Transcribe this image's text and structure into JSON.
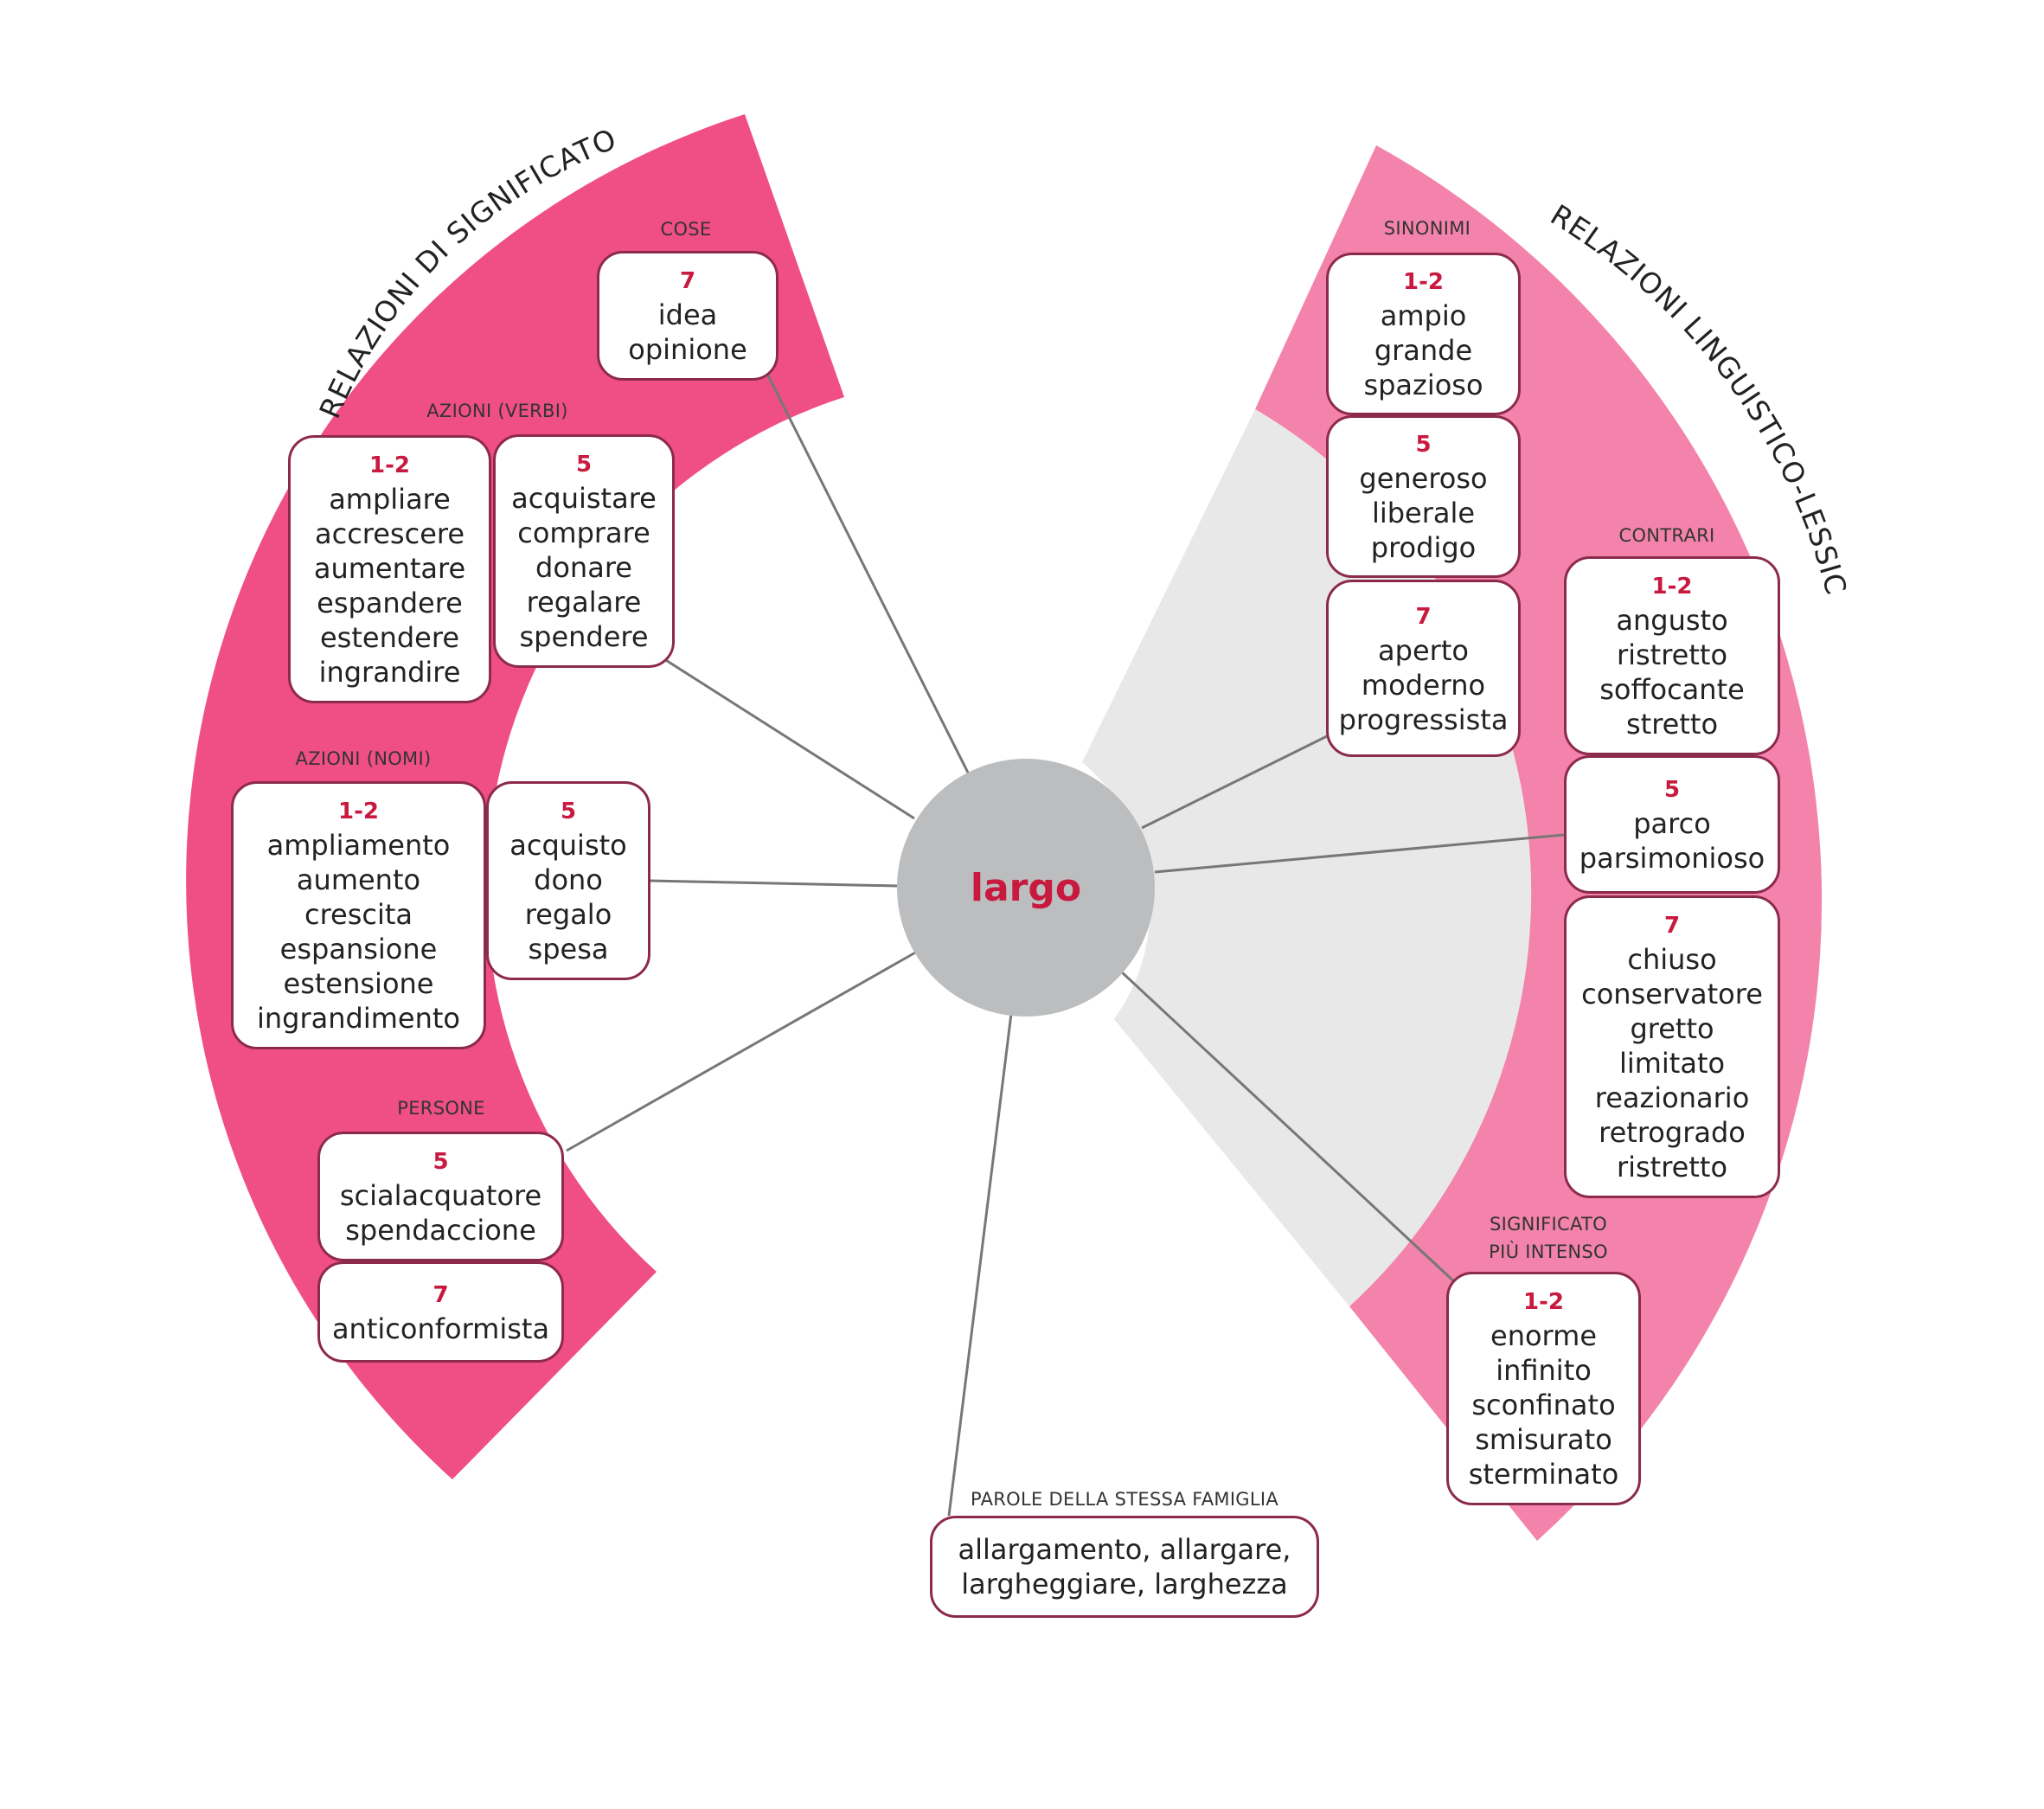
{
  "colors": {
    "left_band": "#f04f86",
    "right_band": "#f383ab",
    "gray_band": "#e8e8e8",
    "connector": "#777777",
    "box_border": "#8c2a4c",
    "accent_number": "#c8193f",
    "center_fill": "#bcbdbf"
  },
  "center": {
    "word": "largo"
  },
  "left_title": "RELAZIONI DI SIGNIFICATO",
  "right_title": "RELAZIONI LINGUISTICO-LESSICALI",
  "categories": {
    "cose": "COSE",
    "azioni_verbi": "AZIONI (VERBI)",
    "azioni_nomi": "AZIONI (NOMI)",
    "persone": "PERSONE",
    "sinonimi": "SINONIMI",
    "contrari": "CONTRARI",
    "intenso_1": "SIGNIFICATO",
    "intenso_2": "PIÙ INTENSO",
    "famiglia": "PAROLE DELLA STESSA FAMIGLIA"
  },
  "boxes": {
    "cose_7": {
      "num": "7",
      "words": [
        "idea",
        "opinione"
      ]
    },
    "verbi_12": {
      "num": "1-2",
      "words": [
        "ampliare",
        "accrescere",
        "aumentare",
        "espandere",
        "estendere",
        "ingrandire"
      ]
    },
    "verbi_5": {
      "num": "5",
      "words": [
        "acquistare",
        "comprare",
        "donare",
        "regalare",
        "spendere"
      ]
    },
    "nomi_12": {
      "num": "1-2",
      "words": [
        "ampliamento",
        "aumento",
        "crescita",
        "espansione",
        "estensione",
        "ingrandimento"
      ]
    },
    "nomi_5": {
      "num": "5",
      "words": [
        "acquisto",
        "dono",
        "regalo",
        "spesa"
      ]
    },
    "persone_5": {
      "num": "5",
      "words": [
        "scialacquatore",
        "spendaccione"
      ]
    },
    "persone_7": {
      "num": "7",
      "words": [
        "anticonformista"
      ]
    },
    "sinonimi_12": {
      "num": "1-2",
      "words": [
        "ampio",
        "grande",
        "spazioso"
      ]
    },
    "sinonimi_5": {
      "num": "5",
      "words": [
        "generoso",
        "liberale",
        "prodigo"
      ]
    },
    "sinonimi_7": {
      "num": "7",
      "words": [
        "aperto",
        "moderno",
        "progressista"
      ]
    },
    "contrari_12": {
      "num": "1-2",
      "words": [
        "angusto",
        "ristretto",
        "soffocante",
        "stretto"
      ]
    },
    "contrari_5": {
      "num": "5",
      "words": [
        "parco",
        "parsimonioso"
      ]
    },
    "contrari_7": {
      "num": "7",
      "words": [
        "chiuso",
        "conservatore",
        "gretto",
        "limitato",
        "reazionario",
        "retrogrado",
        "ristretto"
      ]
    },
    "intenso_12": {
      "num": "1-2",
      "words": [
        "enorme",
        "infinito",
        "sconfinato",
        "smisurato",
        "sterminato"
      ]
    },
    "famiglia": {
      "words": [
        "allargamento, allargare,",
        "largheggiare, larghezza"
      ]
    }
  }
}
